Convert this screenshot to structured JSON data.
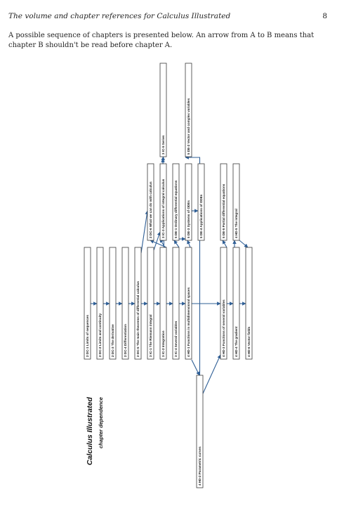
{
  "header": {
    "title": "The volume and chapter references for Calculus Illustrated",
    "page_number": "8"
  },
  "intro": "A possible sequence of chapters is presented below. An arrow from A to B means that chapter B shouldn't be read before chapter A.",
  "diagram": {
    "title": "Calculus Illustrated",
    "subtitle": "chapter dependence",
    "chapters": [
      {
        "id": "dc1",
        "label": "2 DC-1  Limits of sequences"
      },
      {
        "id": "dc2",
        "label": "2 DC-2  Limits and continuity"
      },
      {
        "id": "dc3",
        "label": "2 DC-3  The derivative"
      },
      {
        "id": "dc4",
        "label": "2 DC-4  Differentiation"
      },
      {
        "id": "dc5",
        "label": "2 DC-5  The main theorems of differential calculus"
      },
      {
        "id": "ic1",
        "label": "3 IC-1  The Riemann integral"
      },
      {
        "id": "ic2",
        "label": "3 IC-2  Integration"
      },
      {
        "id": "ic4",
        "label": "3 IC-4  Several variables"
      },
      {
        "id": "hd1",
        "label": "4 HD-1  Functions in multidimensional spaces"
      },
      {
        "id": "hd2",
        "label": "4 HD-2  Parametric curves"
      },
      {
        "id": "hd3",
        "label": "4 HD-3  Functions of several variables"
      },
      {
        "id": "hd4",
        "label": "4 HD-4  The gradient"
      },
      {
        "id": "hd6",
        "label": "4 HD-6  Vector fields"
      },
      {
        "id": "dc6",
        "label": "2 DC-6  What we can do with calculus"
      },
      {
        "id": "ic3",
        "label": "3 IC-3  Applications of integral calculus"
      },
      {
        "id": "de1",
        "label": "5 DE-1  Ordinary differential equations"
      },
      {
        "id": "de3",
        "label": "5 DE-3  Systems of ODEs"
      },
      {
        "id": "de4",
        "label": "5 DE-4  Applications of ODEs"
      },
      {
        "id": "de5",
        "label": "5 DE-5  Partial differential equations"
      },
      {
        "id": "hd5",
        "label": "4 HD-5  The integral"
      },
      {
        "id": "ic5",
        "label": "3 IC-5  Series"
      },
      {
        "id": "de2",
        "label": "5 DE-2  Vector and complex variables"
      }
    ]
  }
}
